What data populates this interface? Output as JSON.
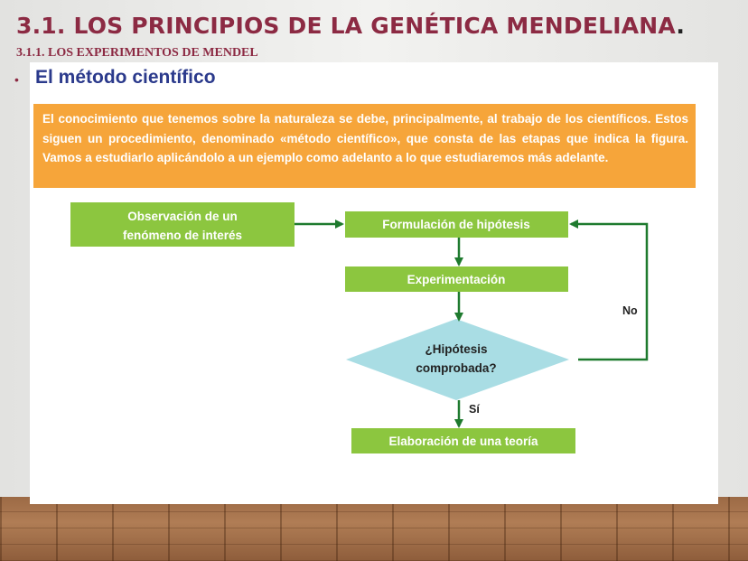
{
  "slide": {
    "title": "3.1. LOS PRINCIPIOS DE LA GENÉTICA MENDELIANA",
    "title_dot": ".",
    "subtitle": "3.1.1. LOS EXPERIMENTOS DE MENDEL",
    "bullet": "•"
  },
  "panel": {
    "heading": "El método científico",
    "intro": "El conocimiento que tenemos sobre la naturaleza se debe, principalmente, al trabajo de los científicos. Estos siguen un procedimiento, denominado «método científico», que consta de las etapas que indica la figura. Vamos a estudiarlo aplicándolo a un ejemplo como adelanto a lo que estudiaremos más adelante."
  },
  "flowchart": {
    "observation": {
      "line1": "Observación de un",
      "line2": "fenómeno de interés"
    },
    "hypothesis": "Formulación de hipótesis",
    "experiment": "Experimentación",
    "decision": {
      "line1": "¿Hipótesis",
      "line2": "comprobada?"
    },
    "theory": "Elaboración de una teoría",
    "no_label": "No",
    "yes_label": "Sí"
  },
  "colors": {
    "title": "#8c2a43",
    "heading": "#2b3a8c",
    "intro_box": "#f6a53a",
    "step_box": "#8cc63f",
    "decision": "#a9dde4",
    "arrow": "#1e7a2e"
  }
}
